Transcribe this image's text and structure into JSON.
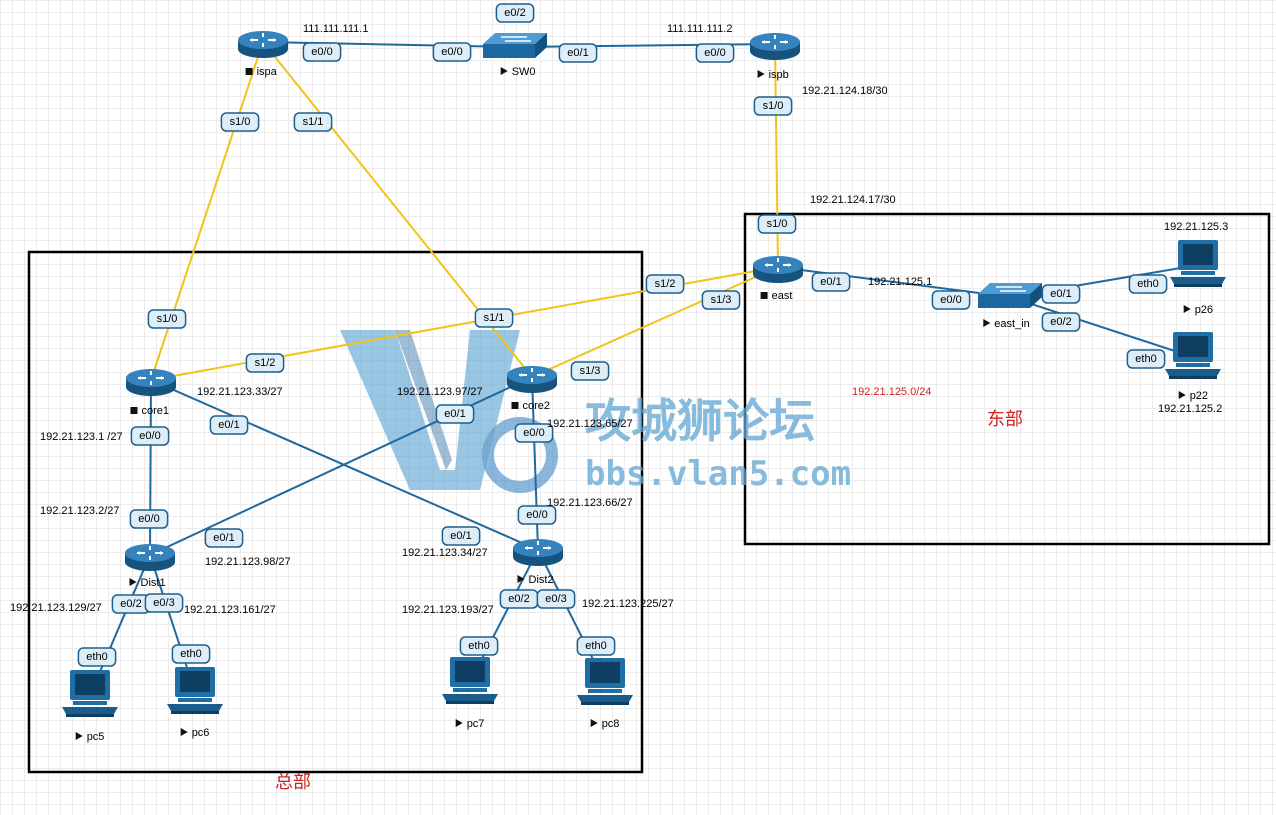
{
  "colors": {
    "serial_link": "#f2c318",
    "ethernet_link": "#1f68a0",
    "router_blue": "#1f6fa6",
    "region_label": "#d21f1f",
    "watermark": "#5fa6d3"
  },
  "regions": {
    "headquarters": "总部",
    "east": "东部"
  },
  "watermark": {
    "logo_text": "V5",
    "site_name": "攻城狮论坛",
    "url": "bbs.vlan5.com"
  },
  "devices": [
    {
      "id": "ispa",
      "label": "ispa",
      "type": "router",
      "state": "stopped",
      "icon": "router-icon"
    },
    {
      "id": "SW0",
      "label": "SW0",
      "type": "switch",
      "state": "running",
      "icon": "switch-icon"
    },
    {
      "id": "ispb",
      "label": "ispb",
      "type": "router",
      "state": "running",
      "icon": "router-icon"
    },
    {
      "id": "core1",
      "label": "core1",
      "type": "router",
      "state": "stopped",
      "icon": "router-icon"
    },
    {
      "id": "core2",
      "label": "core2",
      "type": "router",
      "state": "stopped",
      "icon": "router-icon"
    },
    {
      "id": "east",
      "label": "east",
      "type": "router",
      "state": "stopped",
      "icon": "router-icon"
    },
    {
      "id": "east_in",
      "label": "east_in",
      "type": "switch",
      "state": "running",
      "icon": "switch-icon"
    },
    {
      "id": "Dist1",
      "label": "Dist1",
      "type": "router",
      "state": "running",
      "icon": "router-icon"
    },
    {
      "id": "Dist2",
      "label": "Dist2",
      "type": "router",
      "state": "running",
      "icon": "router-icon"
    },
    {
      "id": "pc5",
      "label": "pc5",
      "type": "pc",
      "state": "running",
      "icon": "pc-icon"
    },
    {
      "id": "pc6",
      "label": "pc6",
      "type": "pc",
      "state": "running",
      "icon": "pc-icon"
    },
    {
      "id": "pc7",
      "label": "pc7",
      "type": "pc",
      "state": "running",
      "icon": "pc-icon"
    },
    {
      "id": "pc8",
      "label": "pc8",
      "type": "pc",
      "state": "running",
      "icon": "pc-icon"
    },
    {
      "id": "p26",
      "label": "p26",
      "type": "pc",
      "state": "running",
      "icon": "pc-icon"
    },
    {
      "id": "p22",
      "label": "p22",
      "type": "pc",
      "state": "running",
      "icon": "pc-icon"
    }
  ],
  "links": [
    {
      "kind": "eth",
      "a": "ispa",
      "a_port": "e0/0",
      "b": "SW0",
      "b_port": "e0/0"
    },
    {
      "kind": "eth",
      "a": "SW0",
      "a_port": "e0/1",
      "b": "ispb",
      "b_port": "e0/0"
    },
    {
      "kind": "serial",
      "a": "ispa",
      "a_port": "s1/0",
      "b": "core1",
      "b_port": "s1/0"
    },
    {
      "kind": "serial",
      "a": "ispa",
      "a_port": "s1/1",
      "b": "core2",
      "b_port": "s1/1"
    },
    {
      "kind": "serial",
      "a": "ispb",
      "a_port": "s1/0",
      "b": "east",
      "b_port": "s1/0"
    },
    {
      "kind": "serial",
      "a": "core1",
      "a_port": "s1/2",
      "b": "east",
      "b_port": "s1/2"
    },
    {
      "kind": "serial",
      "a": "core2",
      "a_port": "s1/3",
      "b": "east",
      "b_port": "s1/3"
    },
    {
      "kind": "eth",
      "a": "core1",
      "a_port": "e0/0",
      "b": "Dist1",
      "b_port": "e0/0"
    },
    {
      "kind": "eth",
      "a": "core1",
      "a_port": "e0/1",
      "b": "Dist2",
      "b_port": "e0/1"
    },
    {
      "kind": "eth",
      "a": "core2",
      "a_port": "e0/1",
      "b": "Dist1",
      "b_port": "e0/1"
    },
    {
      "kind": "eth",
      "a": "core2",
      "a_port": "e0/0",
      "b": "Dist2",
      "b_port": "e0/0"
    },
    {
      "kind": "eth",
      "a": "Dist1",
      "a_port": "e0/2",
      "b": "pc5",
      "b_port": "eth0"
    },
    {
      "kind": "eth",
      "a": "Dist1",
      "a_port": "e0/3",
      "b": "pc6",
      "b_port": "eth0"
    },
    {
      "kind": "eth",
      "a": "Dist2",
      "a_port": "e0/2",
      "b": "pc7",
      "b_port": "eth0"
    },
    {
      "kind": "eth",
      "a": "Dist2",
      "a_port": "e0/3",
      "b": "pc8",
      "b_port": "eth0"
    },
    {
      "kind": "eth",
      "a": "east",
      "a_port": "e0/1",
      "b": "east_in",
      "b_port": "e0/0"
    },
    {
      "kind": "eth",
      "a": "east_in",
      "a_port": "e0/1",
      "b": "p26",
      "b_port": "eth0"
    },
    {
      "kind": "eth",
      "a": "east_in",
      "a_port": "e0/2",
      "b": "p22",
      "b_port": "eth0"
    }
  ],
  "extra_ports": [
    {
      "device": "SW0",
      "port": "e0/2"
    }
  ],
  "addresses": [
    {
      "id": "ispa_e00",
      "text": "111.111.111.1"
    },
    {
      "id": "ispb_e00",
      "text": "111.111.111.2"
    },
    {
      "id": "ispb_s10",
      "text": "192.21.124.18/30"
    },
    {
      "id": "east_s10",
      "text": "192.21.124.17/30"
    },
    {
      "id": "p26_ip",
      "text": "192.21.125.3"
    },
    {
      "id": "east_e01",
      "text": "192.21.125.1"
    },
    {
      "id": "east_net",
      "text": "192.21.125.0/24",
      "highlight": true
    },
    {
      "id": "p22_ip",
      "text": "192.21.125.2"
    },
    {
      "id": "core1_s12",
      "text": "192.21.123.33/27"
    },
    {
      "id": "core2_e01",
      "text": "192.21.123.97/27"
    },
    {
      "id": "core2_e00",
      "text": "192.21.123.65/27"
    },
    {
      "id": "core1_e00",
      "text": "192.21.123.1 /27"
    },
    {
      "id": "dist1_e00",
      "text": "192.21.123.2/27"
    },
    {
      "id": "dist2_e00",
      "text": "192.21.123.66/27"
    },
    {
      "id": "dist1_e01",
      "text": "192.21.123.98/27"
    },
    {
      "id": "dist2_e01",
      "text": "192.21.123.34/27"
    },
    {
      "id": "dist1_e02",
      "text": "192.21.123.129/27"
    },
    {
      "id": "dist1_e03",
      "text": "192.21.123.161/27"
    },
    {
      "id": "dist2_e02",
      "text": "192.21.123.193/27"
    },
    {
      "id": "dist2_e03",
      "text": "192.21.123.225/27"
    }
  ]
}
